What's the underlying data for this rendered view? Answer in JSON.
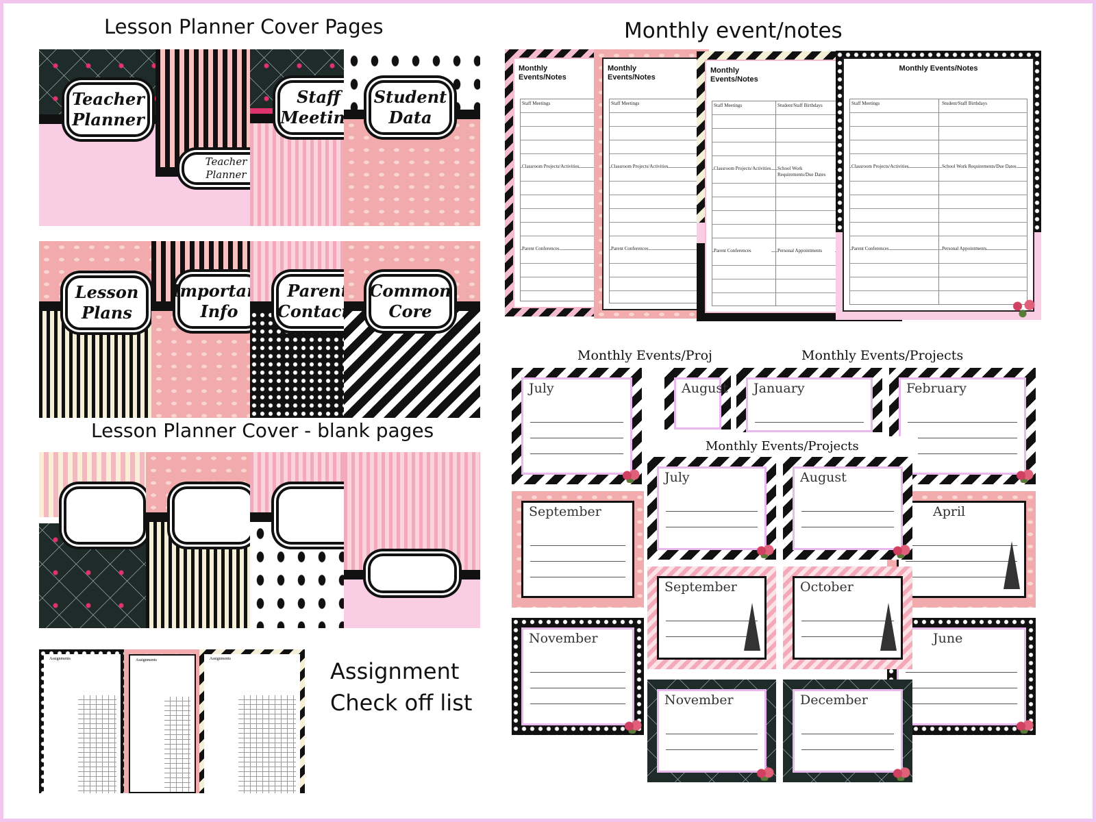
{
  "headings": {
    "covers": "Lesson Planner Cover Pages",
    "notes": "Monthly event/notes",
    "blank": "Lesson Planner Cover - blank pages",
    "assign1": "Assignment",
    "assign2": "Check off list"
  },
  "covers": [
    "Teacher Planner",
    "Teacher Planner",
    "Staff Meeting",
    "Student Data",
    "Lesson Plans",
    "Important Info",
    "Parent Contacts",
    "Common Core"
  ],
  "notes": {
    "title": "Monthly Events/Notes",
    "left": [
      "Staff Meetings",
      "Classroom Projects/Activities",
      "Parent Conferences"
    ],
    "right": [
      "Student/Staff Birthdays",
      "School Work Requirements/Due Dates",
      "Personal Appointments"
    ]
  },
  "cards": {
    "title": "Monthly Events/Projects",
    "title_cropped": "Monthly Events/Proj",
    "back": [
      "July",
      "August",
      "January",
      "February",
      "September",
      "April",
      "November",
      "June"
    ],
    "front": [
      "July",
      "August",
      "September",
      "October",
      "November",
      "December"
    ]
  },
  "assign": {
    "header": "Assignments"
  },
  "colors": {
    "pink": "#f9cde3",
    "black": "#111111",
    "rose": "#f1abad",
    "border": "#f2c6ef"
  }
}
